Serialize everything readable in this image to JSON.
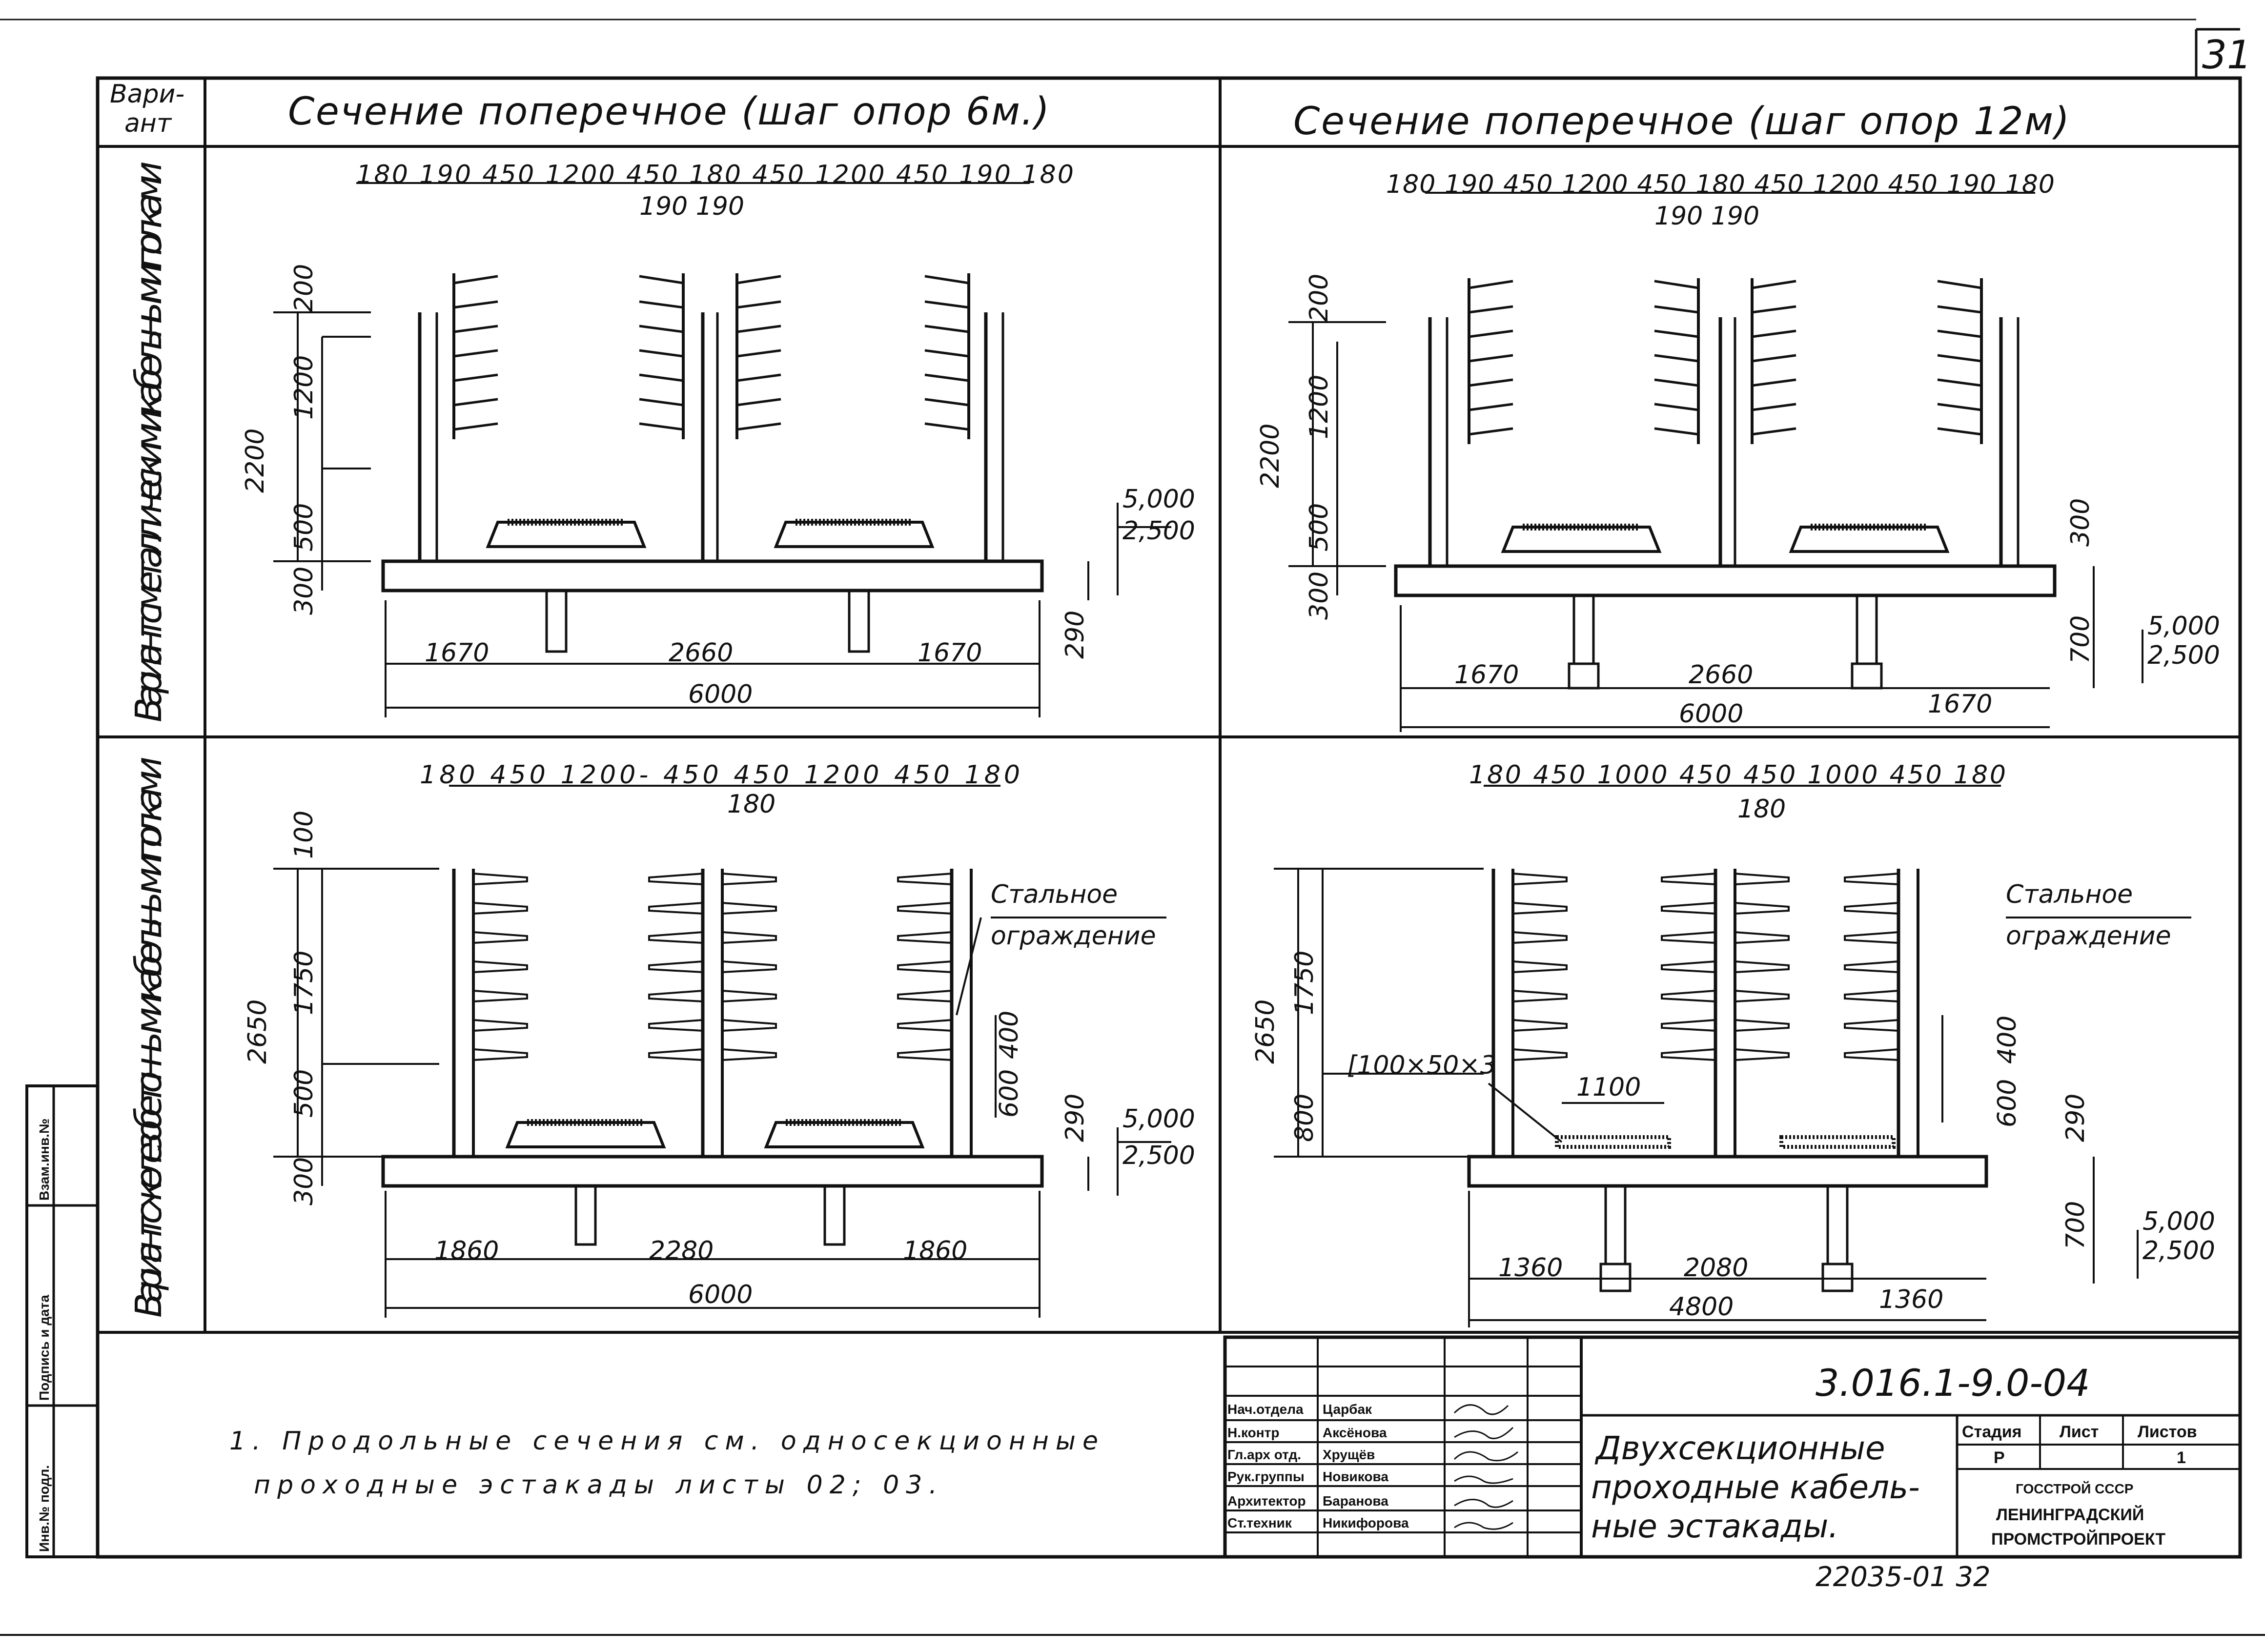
{
  "sheet": {
    "number": "31",
    "code": "3.016.1-9.0-04",
    "bottom_code": "22035-01 32"
  },
  "header": {
    "variant": "Вари-\nант",
    "title_6m": "Сечение поперечное (шаг опор 6м.)",
    "title_12m": "Сечение поперечное (шаг опор 12м)"
  },
  "variants": {
    "metal": "Вариант с металлическими кабельными полками",
    "concrete": "Вариант с железобетонными кабельными полками"
  },
  "labels": {
    "steel_fence_1": "Стальное",
    "steel_fence_2": "ограждение",
    "channel": "[100×50×3",
    "dim_1100": "1100",
    "lvl_top": "5,000",
    "lvl_bot": "2,500"
  },
  "dims": {
    "top_6m": [
      "180",
      "190",
      "450",
      "1200",
      "450",
      "180",
      "450",
      "1200",
      "450",
      "190",
      "180"
    ],
    "top_6m_sub": [
      "190",
      "190"
    ],
    "top_12m": [
      "180",
      "190",
      "450",
      "1200",
      "450",
      "180",
      "450",
      "1200",
      "450",
      "190",
      "180"
    ],
    "top_12m_sub": [
      "190",
      "190"
    ],
    "bot_6m": [
      "180",
      "450",
      "1200",
      "450",
      "450",
      "1200",
      "450",
      "180"
    ],
    "bot_6m_sub": "180",
    "bot_12m": [
      "180",
      "450",
      "1000",
      "450",
      "450",
      "1000",
      "450",
      "180"
    ],
    "bot_12m_sub": "180",
    "v_metal": [
      "200",
      "1200",
      "500",
      "2200",
      "300",
      "290"
    ],
    "v_metal_12": [
      "200",
      "1200",
      "500",
      "2200",
      "300",
      "300",
      "700"
    ],
    "v_conc": [
      "100",
      "1750",
      "500",
      "2650",
      "300",
      "400",
      "600",
      "290"
    ],
    "v_conc_12": [
      "1750",
      "2650",
      "800",
      "400",
      "600",
      "290",
      "700"
    ],
    "h_6m_a": [
      "1670",
      "2660",
      "1670",
      "6000"
    ],
    "h_12m_a": [
      "1670",
      "2660",
      "1670",
      "6000"
    ],
    "h_6m_b": [
      "1860",
      "2280",
      "1860",
      "6000"
    ],
    "h_12m_b": [
      "1360",
      "2080",
      "1360",
      "4800"
    ]
  },
  "note": {
    "line1": "1. Продольные сечения см. односекционные",
    "line2": "проходные эстакады листы 02; 03."
  },
  "side_stamp": [
    "Инв.№ подл.",
    "Подпись и дата",
    "Взам.инв.№"
  ],
  "titleblock": {
    "roles": [
      "Нач.отдела",
      "Н.контр",
      "Гл.арх отд.",
      "Рук.группы",
      "Архитектор",
      "Ст.техник"
    ],
    "names": [
      "Царбак",
      "Аксёнова",
      "Хрущёв",
      "Новикова",
      "Баранова",
      "Никифорова"
    ],
    "title_1": "Двухсекционные",
    "title_2": "проходные кабель-",
    "title_3": "ные эстакады.",
    "col_stage": "Стадия",
    "col_sheet": "Лист",
    "col_sheets": "Листов",
    "stage": "Р",
    "sheet_val": "",
    "sheets_val": "1",
    "org_1": "ГОССТРОЙ СССР",
    "org_2": "ЛЕНИНГРАДСКИЙ",
    "org_3": "ПРОМСТРОЙПРОЕКТ"
  }
}
